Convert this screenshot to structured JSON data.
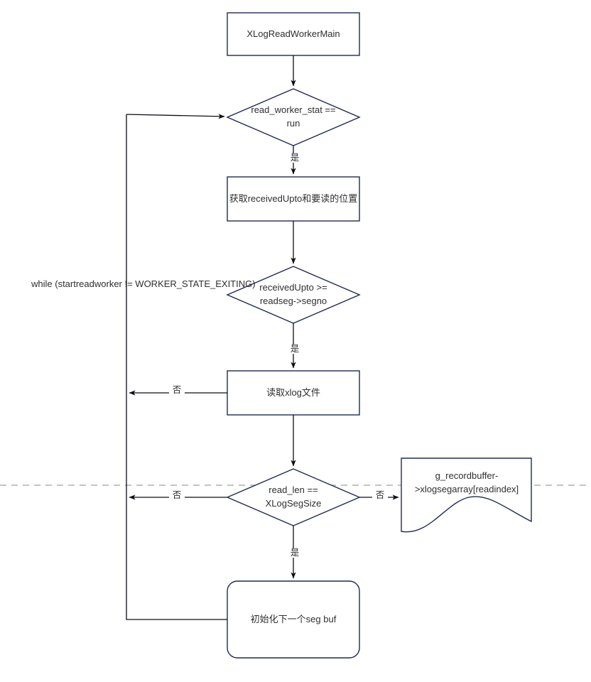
{
  "diagram": {
    "title": "XLogReadWorkerMain flowchart",
    "colors": {
      "stroke": "#1f2a52",
      "connector": "#0d0d16",
      "text": "#2f2f2f",
      "guide": "#b0b0b0",
      "background": "#ffffff"
    },
    "nodes": [
      {
        "id": "start",
        "type": "process",
        "label": "XLogReadWorkerMain"
      },
      {
        "id": "check_state",
        "type": "decision",
        "label": "read_worker_stat ==\nrun"
      },
      {
        "id": "get_pos",
        "type": "process",
        "label": "获取receivedUpto和要读的位置"
      },
      {
        "id": "check_segno",
        "type": "decision",
        "label": "receivedUpto >=\nreadseg->segno"
      },
      {
        "id": "read_xlog",
        "type": "process",
        "label": "读取xlog文件"
      },
      {
        "id": "check_len",
        "type": "decision",
        "label": "read_len ==\nXLogSegSize"
      },
      {
        "id": "recordbuffer",
        "type": "document",
        "label": "g_recordbuffer-\n>xlogsegarray[readindex]"
      },
      {
        "id": "init_seg",
        "type": "process-rounded",
        "label": "初始化下一个seg buf"
      }
    ],
    "edge_labels": {
      "state_yes": "是",
      "segno_yes": "是",
      "segno_no": "否",
      "len_no_left": "否",
      "len_no_right": "否",
      "len_yes": "是"
    },
    "loop_label": "while (startreadworker != WORKER_STATE_EXITING)",
    "guide_line": {
      "orientation": "horizontal",
      "style": "dashed"
    }
  }
}
